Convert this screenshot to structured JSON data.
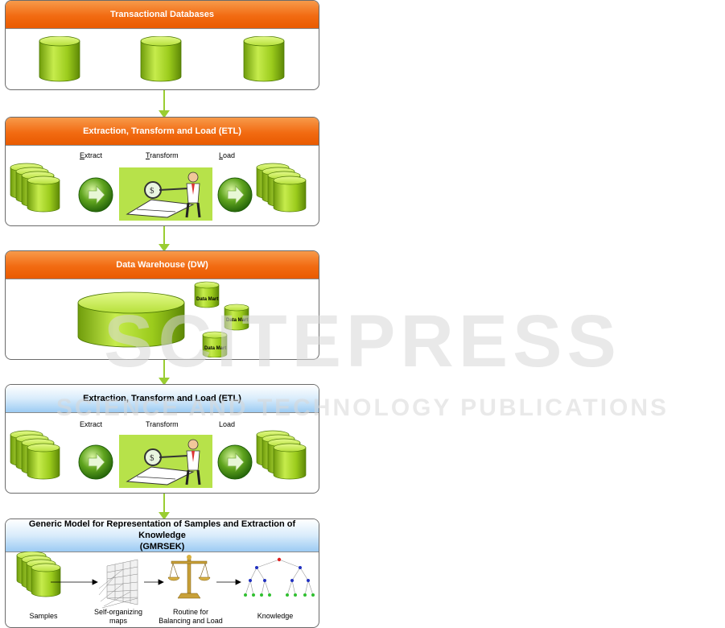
{
  "panels": {
    "transactional": {
      "title": "Transactional Databases"
    },
    "etl1": {
      "title": "Extraction, Transform and Load (ETL)",
      "stages": {
        "extract_first": "E",
        "extract_rest": "xtract",
        "transform_first": "T",
        "transform_rest": "ransform",
        "load_first": "L",
        "load_rest": "oad"
      }
    },
    "dw": {
      "title": "Data Warehouse (DW)",
      "data_mart_label": "Data Mart"
    },
    "etl2": {
      "title": "Extraction, Transform and Load (ETL)",
      "stages": {
        "extract": "Extract",
        "transform": "Transform",
        "load": "Load"
      }
    },
    "gmrsek": {
      "title_line1": "Generic Model for Representation of Samples and Extraction of Knowledge",
      "title_line2": "(GMRSEK)",
      "captions": {
        "samples": "Samples",
        "som_line1": "Self-organizing",
        "som_line2": "maps",
        "routine_line1": "Routine for",
        "routine_line2": "Balancing and Load",
        "knowledge": "Knowledge"
      }
    }
  },
  "watermark": {
    "main": "SCITEPRESS",
    "sub": "SCIENCE AND TECHNOLOGY PUBLICATIONS"
  },
  "colors": {
    "orange_header": "#f26b12",
    "blue_header": "#9ccbf3",
    "db_green": "#9acd1e",
    "arrow_green": "#9acd32"
  }
}
